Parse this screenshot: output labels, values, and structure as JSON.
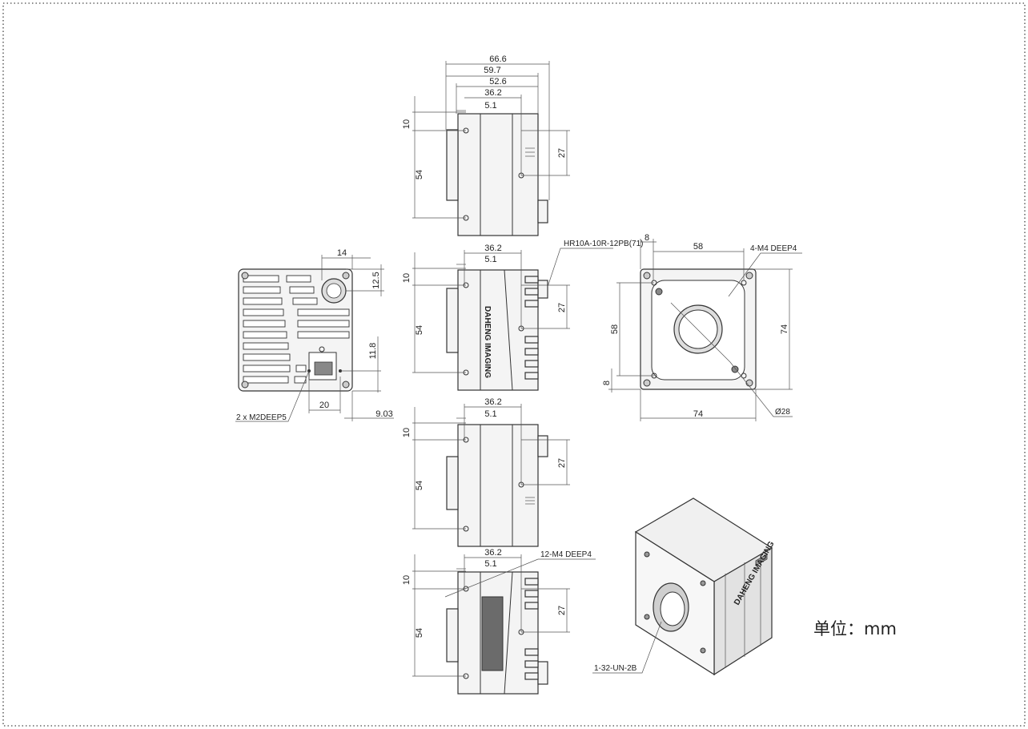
{
  "units": {
    "label": "单位：mm"
  },
  "top_view": {
    "widths": [
      "66.6",
      "59.7",
      "52.6",
      "36.2",
      "5.1"
    ],
    "left": [
      "10",
      "54"
    ],
    "right": "27"
  },
  "side_view_connector": {
    "top": [
      "36.2",
      "5.1"
    ],
    "left": [
      "10",
      "54"
    ],
    "right": "27",
    "connector_label": "HR10A-10R-12PB(71)"
  },
  "side_view_bottom": {
    "top": [
      "36.2",
      "5.1"
    ],
    "left": [
      "10",
      "54"
    ],
    "right": "27"
  },
  "side_view_mount": {
    "top": [
      "36.2",
      "5.1"
    ],
    "left": [
      "10",
      "54"
    ],
    "right": "27",
    "holes_label": "12-M4 DEEP4"
  },
  "rear_view": {
    "dims": [
      "14",
      "12.5",
      "11.8",
      "20",
      "9.03"
    ],
    "screw_label": "2 x  M2DEEP5"
  },
  "front_view": {
    "dims": [
      "8",
      "58",
      "58",
      "8",
      "74",
      "74"
    ],
    "holes_label": "4-M4 DEEP4",
    "diameter_label": "Ø28"
  },
  "iso_view": {
    "mount_label": "1-32-UN-2B"
  },
  "brand": {
    "logo_text": "DAHENG IMAGING"
  }
}
